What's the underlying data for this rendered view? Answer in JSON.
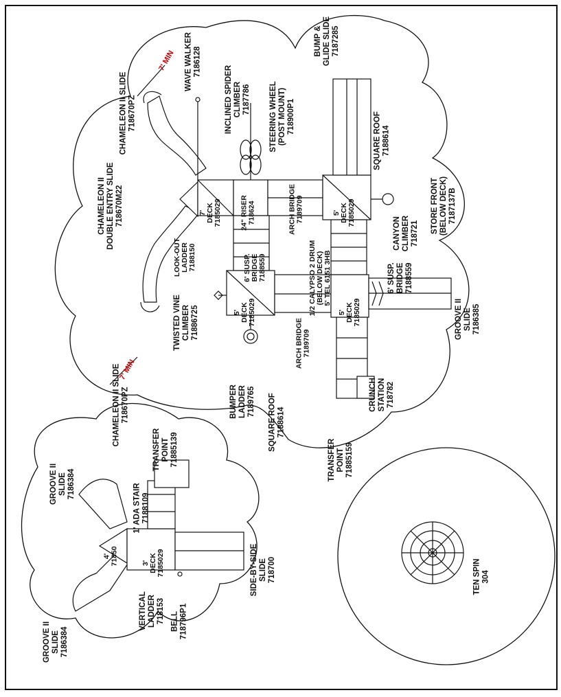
{
  "labels": {
    "chameleon_slide_top": [
      "CHAMELEON II SLIDE",
      "718670PZ"
    ],
    "min_top": "7' MIN",
    "wave_walker": [
      "WAVE WALKER",
      "7186128"
    ],
    "inclined_spider": [
      "INCLINED SPIDER",
      "CLIMBER",
      "7187786"
    ],
    "steering_wheel": [
      "STEERING WHEEL",
      "(POST MOUNT)",
      "718900P1"
    ],
    "bump_glide": [
      "BUMP &",
      "GLIDE SLIDE",
      "7187285"
    ],
    "square_roof_right": [
      "SQUARE ROOF",
      "7188614"
    ],
    "canyon_climber": [
      "CANYON",
      "CLIMBER",
      "718721"
    ],
    "store_front": [
      "STORE FRONT",
      "(BELOW DECK)",
      "7187137B"
    ],
    "chameleon_double": [
      "CHAMELEON II",
      "DOUBLE ENTRY SLIDE",
      "718670M22"
    ],
    "lookout_ladder": [
      "LOOK-OUT",
      "LADDER",
      "7188150"
    ],
    "deck7": [
      "7'",
      "DECK",
      "7185029"
    ],
    "riser": [
      "24\" RISER",
      "718624"
    ],
    "arch_bridge_top": [
      "ARCH BRIDGE",
      "7189709"
    ],
    "deck5_right": [
      "5'",
      "DECK",
      "7185029"
    ],
    "susp_bridge_left": [
      "6' SUSP.",
      "BRIDGE",
      "7188559"
    ],
    "calypso": [
      "1/2 CALYPSO 2 DRUM",
      "(BELOW DECK)",
      "5' TEL 6151 3HB"
    ],
    "deck5_lower": [
      "5'",
      "DECK",
      "7185029"
    ],
    "susp_bridge_right": [
      "6' SUSP.",
      "BRIDGE",
      "7188559"
    ],
    "twisted_vine": [
      "TWISTED VINE",
      "CLIMBER",
      "71886725"
    ],
    "deck5_left": [
      "5'",
      "DECK",
      "7185029"
    ],
    "arch_bridge_bottom": [
      "ARCH BRIDGE",
      "7189709"
    ],
    "groove_slide_right": [
      "GROOVE II",
      "SLIDE",
      "7186385"
    ],
    "chameleon_slide_bottom": [
      "CHAMELEON II SLIDE",
      "718670PZ"
    ],
    "min_bottom": "7' MIN",
    "bumper_ladder": [
      "BUMPER",
      "LADDER",
      "7189765"
    ],
    "square_roof_left": [
      "SQUARE ROOF",
      "7188614"
    ],
    "crunch_station": [
      "CRUNCH",
      "STATION",
      "718782"
    ],
    "transfer_point_main": [
      "TRANSFER",
      "POINT",
      "71885159"
    ],
    "groove_top": [
      "GROOVE II",
      "SLIDE",
      "7186384"
    ],
    "transfer_point_small": [
      "TRANSFER",
      "POINT",
      "71885139"
    ],
    "ada_stair": [
      "1' ADA STAIR",
      "7188109"
    ],
    "deck4": [
      "4'",
      "71850"
    ],
    "deck3": [
      "3'",
      "DECK",
      "7185029"
    ],
    "side_by_side": [
      "SIDE-BY-SIDE",
      "SLIDE",
      "718700"
    ],
    "vertical_ladder": [
      "VERTICAL",
      "LADDER",
      "718153"
    ],
    "bell": [
      "BELL",
      "718796P1"
    ],
    "groove_bottom": [
      "GROOVE II",
      "SLIDE",
      "7186384"
    ],
    "ten_spin": [
      "TEN SPIN",
      "304"
    ]
  }
}
